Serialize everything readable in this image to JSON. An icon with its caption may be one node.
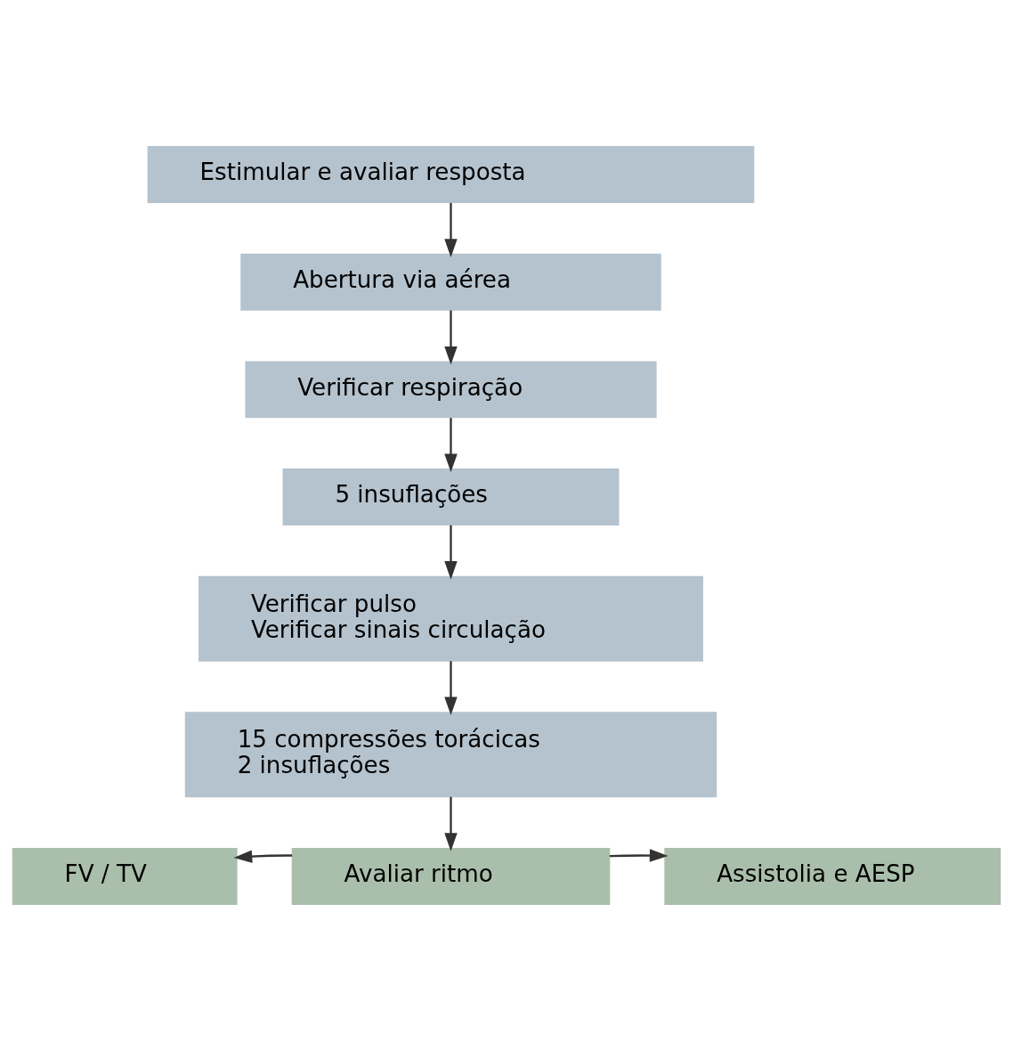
{
  "diagram": {
    "nodes": [
      {
        "text": [
          "Estimular e avaliar resposta"
        ]
      },
      {
        "text": [
          "Abertura via aérea"
        ]
      },
      {
        "text": [
          "Verificar respiração"
        ]
      },
      {
        "text": [
          "5 insuflações"
        ]
      },
      {
        "text": [
          "Verificar pulso",
          "Verificar sinais circulação"
        ]
      },
      {
        "text": [
          "15 compressões torácicas",
          "2 insuflações"
        ]
      },
      {
        "text": [
          "FV / TV"
        ]
      },
      {
        "text": [
          "Avaliar ritmo"
        ]
      },
      {
        "text": [
          "Assistolia e AESP"
        ]
      }
    ],
    "edges": [
      {
        "from": 0,
        "to": 1,
        "arrow": "to"
      },
      {
        "from": 1,
        "to": 2,
        "arrow": "to"
      },
      {
        "from": 2,
        "to": 3,
        "arrow": "to"
      },
      {
        "from": 3,
        "to": 4,
        "arrow": "to"
      },
      {
        "from": 4,
        "to": 5,
        "arrow": "to"
      },
      {
        "from": 5,
        "to": 7,
        "arrow": "to"
      },
      {
        "from": 7,
        "to": 6,
        "arrow": "to"
      },
      {
        "from": 7,
        "to": 8,
        "arrow": "to"
      }
    ]
  }
}
